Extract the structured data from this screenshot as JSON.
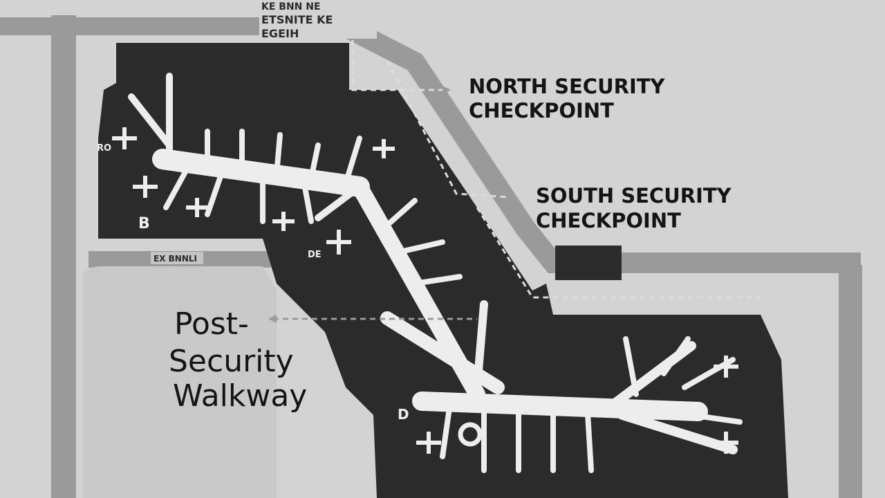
{
  "map": {
    "callouts": {
      "north_line1": "NORTH SECURITY",
      "north_line2": "CHECKPOINT",
      "south_line1": "SOUTH SECURITY",
      "south_line2": "CHECKPOINT"
    },
    "walkway": {
      "line1": "Post-",
      "line2": "Security",
      "line3": "Walkway"
    },
    "concourse_labels": {
      "west": "B",
      "west_edge": "RO",
      "center": "DE",
      "south": "D"
    },
    "signs": {
      "top_sign_line1": "KE BNN NE",
      "top_sign_line2": "ETSNITE KE",
      "top_sign_line3": "EGEIH",
      "small_sign": "EX BNNLI"
    },
    "colors": {
      "background": "#d3d3d3",
      "roads": "#9a9a9a",
      "terminal": "#2b2b2b",
      "corridors": "#ededed",
      "text": "#141414"
    }
  }
}
